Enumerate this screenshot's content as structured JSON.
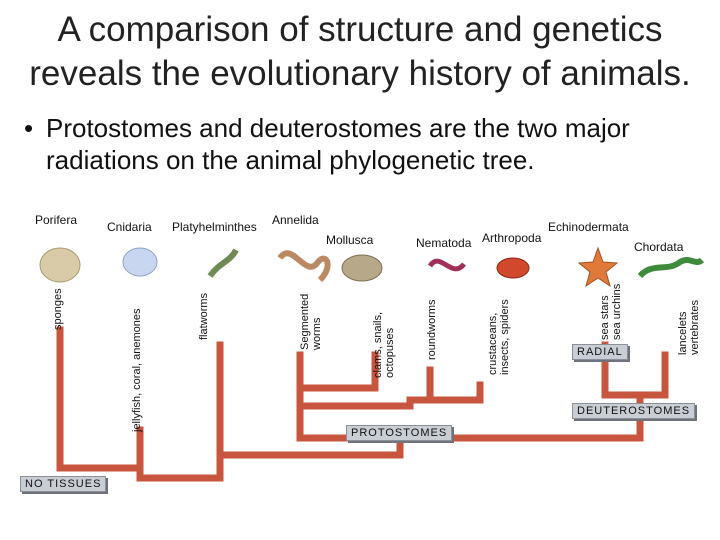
{
  "title_line1": "A comparison of structure and genetics",
  "title_line2": "reveals the evolutionary history of animals.",
  "bullet_symbol": "•",
  "bullet_text_line1": "Protostomes and deuterostomes are the two major",
  "bullet_text_line2": "radiations on the animal phylogenetic tree.",
  "phyla": {
    "porifera": "Porifera",
    "cnidaria": "Cnidaria",
    "platyhelminthes": "Platyhelminthes",
    "annelida": "Annelida",
    "mollusca": "Mollusca",
    "nematoda": "Nematoda",
    "arthropoda": "Arthropoda",
    "echinodermata": "Echinodermata",
    "chordata": "Chordata"
  },
  "common_names": {
    "sponges": "sponges",
    "jellyfish": "jellyfish, coral, anemones",
    "flatworms": "flatworms",
    "segmented_1": "Segmented",
    "segmented_2": "worms",
    "clams_1": "clams, snails,",
    "clams_2": "octopuses",
    "roundworms": "roundworms",
    "crustaceans_1": "crustaceans,",
    "crustaceans_2": "insects, spiders",
    "seastars_1": "sea stars",
    "seastars_2": "sea urchins",
    "lancelets_1": "lancelets",
    "lancelets_2": "vertebrates"
  },
  "group_labels": {
    "no_tissues": "NO TISSUES",
    "radial": "RADIAL",
    "protostomes": "PROTOSTOMES",
    "deuterostomes": "DEUTEROSTOMES"
  },
  "colors": {
    "branch": "#c8553d",
    "tag_bg": "#c9cdd4"
  }
}
